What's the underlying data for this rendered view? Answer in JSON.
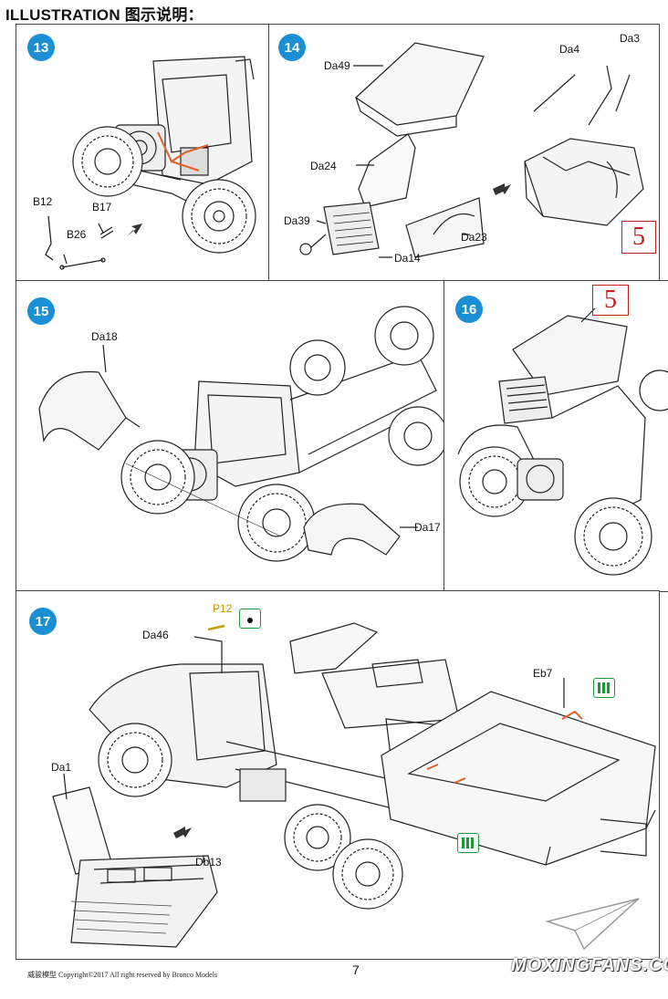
{
  "header": {
    "title": "ILLUSTRATION 图示说明："
  },
  "steps": [
    {
      "num": "13",
      "labels": [
        "B12",
        "B26",
        "B17"
      ]
    },
    {
      "num": "14",
      "labels": [
        "Da49",
        "Da4",
        "Da3",
        "Da24",
        "Da39",
        "Da14",
        "Da23"
      ],
      "ref_box": "5"
    },
    {
      "num": "15",
      "labels": [
        "Da18",
        "Da17"
      ]
    },
    {
      "num": "16",
      "ref_box": "5"
    },
    {
      "num": "17",
      "labels": [
        "P12",
        "Da46",
        "Eb7",
        "Da1",
        "Db13"
      ]
    }
  ],
  "footer": {
    "copyright": "威骏模型  Copyright©2017  All right reserved by Bronco Models",
    "page": "7"
  },
  "watermark": {
    "text": "MOXINGFANS.COM"
  },
  "colors": {
    "step_badge": "#1a8fd4",
    "ref_box": "#c41e1e",
    "paint_icon": "#1a9a3a",
    "highlight_part": "#e0602a"
  }
}
